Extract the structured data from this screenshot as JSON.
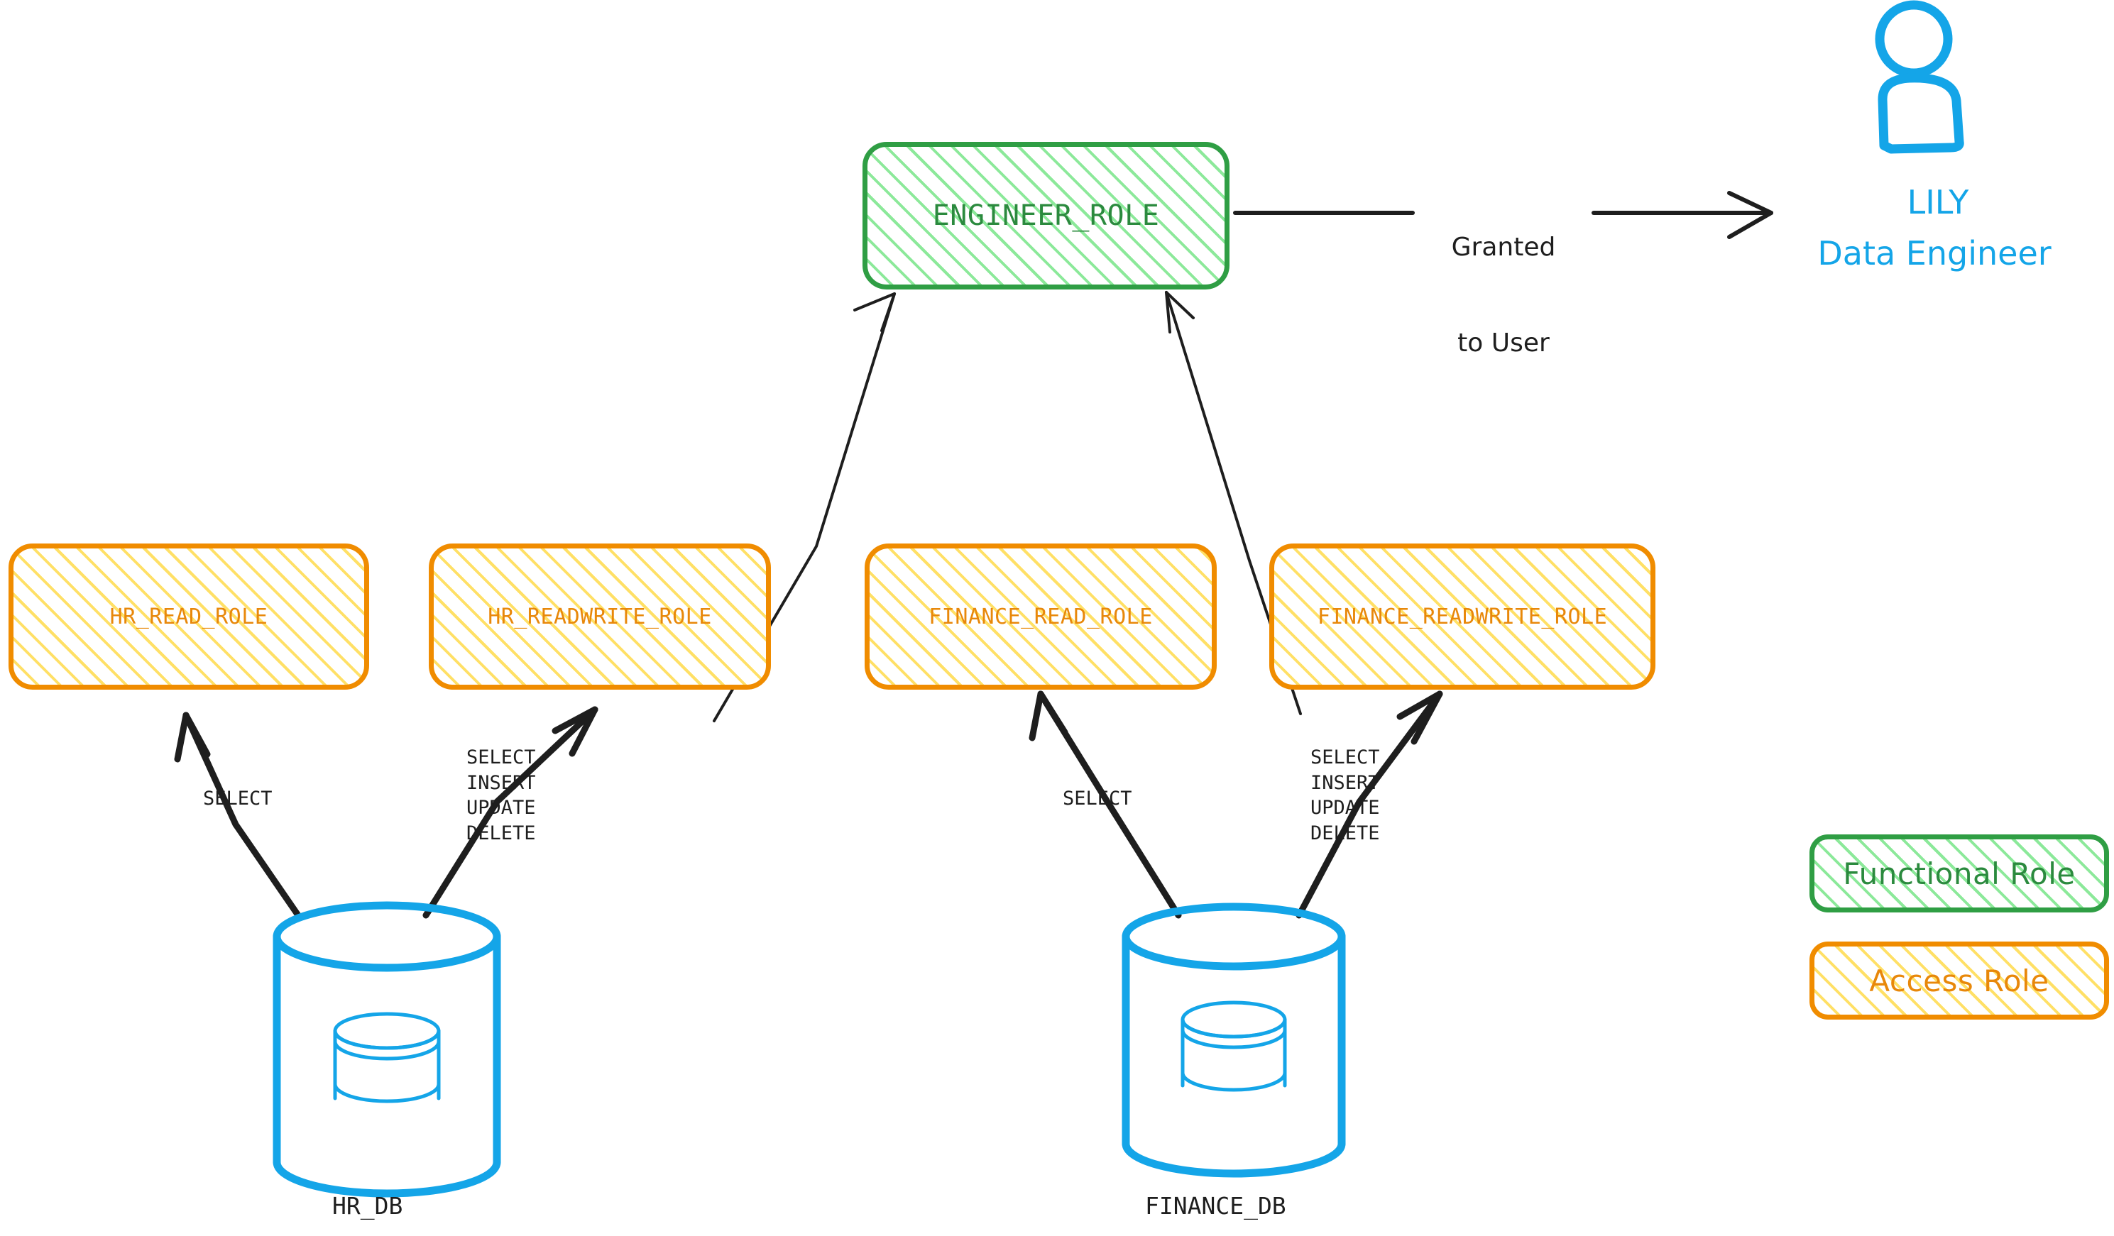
{
  "diagram": {
    "title": "Role hierarchy and database privileges",
    "colors": {
      "functional_role_border": "#2f9e44",
      "functional_role_text": "#2b8a3e",
      "functional_role_hatch": "#8ce99a",
      "access_role_border": "#f08c00",
      "access_role_text": "#e8880a",
      "access_role_hatch": "#ffe066",
      "database": "#14a5e8",
      "user": "#14a5e8",
      "edge": "#1e1e1e",
      "background": "#ffffff"
    }
  },
  "functional_roles": [
    {
      "id": "engineer-role",
      "label": "ENGINEER_ROLE"
    }
  ],
  "access_roles": [
    {
      "id": "hr-read-role",
      "label": "HR_READ_ROLE"
    },
    {
      "id": "hr-readwrite-role",
      "label": "HR_READWRITE_ROLE"
    },
    {
      "id": "finance-read-role",
      "label": "FINANCE_READ_ROLE"
    },
    {
      "id": "finance-readwrite-role",
      "label": "FINANCE_READWRITE_ROLE"
    }
  ],
  "databases": [
    {
      "id": "hr-db",
      "label": "HR_DB",
      "icon": "database-cylinder-icon"
    },
    {
      "id": "finance-db",
      "label": "FINANCE_DB",
      "icon": "database-cylinder-icon"
    }
  ],
  "user": {
    "icon": "person-icon",
    "name": "LILY",
    "title": "Data Engineer"
  },
  "edges": [
    {
      "id": "hr-db-to-hr-read",
      "from": "HR_DB",
      "to": "HR_READ_ROLE",
      "label": "SELECT"
    },
    {
      "id": "hr-db-to-hr-readwrite",
      "from": "HR_DB",
      "to": "HR_READWRITE_ROLE",
      "label": "SELECT\nINSERT\nUPDATE\nDELETE"
    },
    {
      "id": "finance-db-to-finance-read",
      "from": "FINANCE_DB",
      "to": "FINANCE_READ_ROLE",
      "label": "SELECT"
    },
    {
      "id": "finance-db-to-finance-rw",
      "from": "FINANCE_DB",
      "to": "FINANCE_READWRITE_ROLE",
      "label": "SELECT\nINSERT\nUPDATE\nDELETE"
    },
    {
      "id": "hr-readwrite-to-engineer",
      "from": "HR_READWRITE_ROLE",
      "to": "ENGINEER_ROLE",
      "label": ""
    },
    {
      "id": "finance-rw-to-engineer",
      "from": "FINANCE_READWRITE_ROLE",
      "to": "ENGINEER_ROLE",
      "label": ""
    },
    {
      "id": "engineer-to-user",
      "from": "ENGINEER_ROLE",
      "to": "LILY",
      "label": "Granted\nto User"
    }
  ],
  "edge_labels": {
    "hr_select": "SELECT",
    "hr_crud": "SELECT\nINSERT\nUPDATE\nDELETE",
    "finance_select": "SELECT",
    "finance_crud": "SELECT\nINSERT\nUPDATE\nDELETE",
    "granted_line1": "Granted",
    "granted_line2": "to User"
  },
  "legend": {
    "items": [
      {
        "id": "legend-functional",
        "label": "Functional Role",
        "style": "green-hatched"
      },
      {
        "id": "legend-access",
        "label": "Access Role",
        "style": "orange-hatched"
      }
    ]
  }
}
